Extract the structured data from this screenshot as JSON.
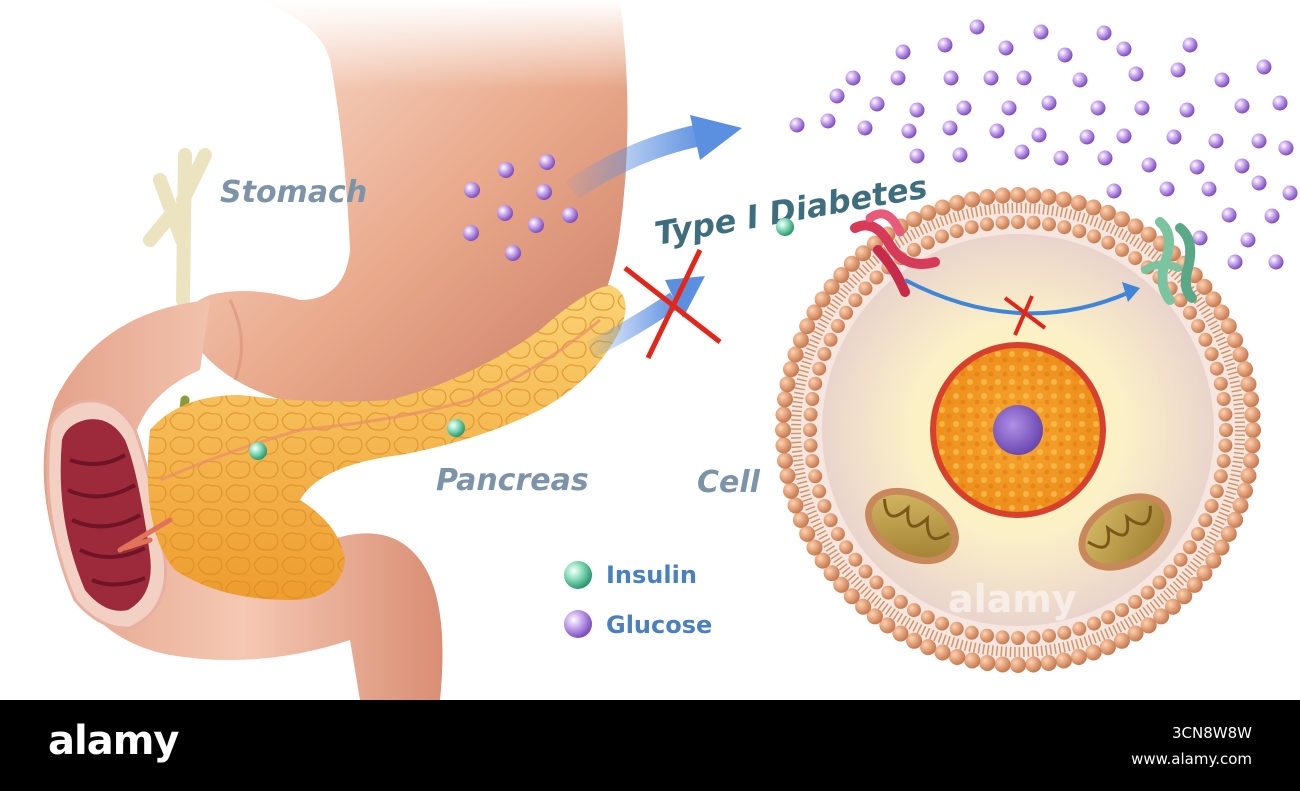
{
  "labels": {
    "stomach": "Stomach",
    "pancreas": "Pancreas",
    "cell": "Cell",
    "title": "Type I Diabetes"
  },
  "legend": [
    {
      "label": "Insulin",
      "color": "#2e9e76"
    },
    {
      "label": "Glucose",
      "color": "#8b57c8"
    }
  ],
  "watermark": "alamy",
  "footer": {
    "brand": "alamy",
    "image_id": "3CN8W8W",
    "url": "www.alamy.com"
  },
  "colors": {
    "label_text": "#7d93a8",
    "title_text": "#3e6e7d",
    "legend_text": "#4a7fc0",
    "arrow": "#5b8fe0",
    "cross": "#e2261a"
  }
}
